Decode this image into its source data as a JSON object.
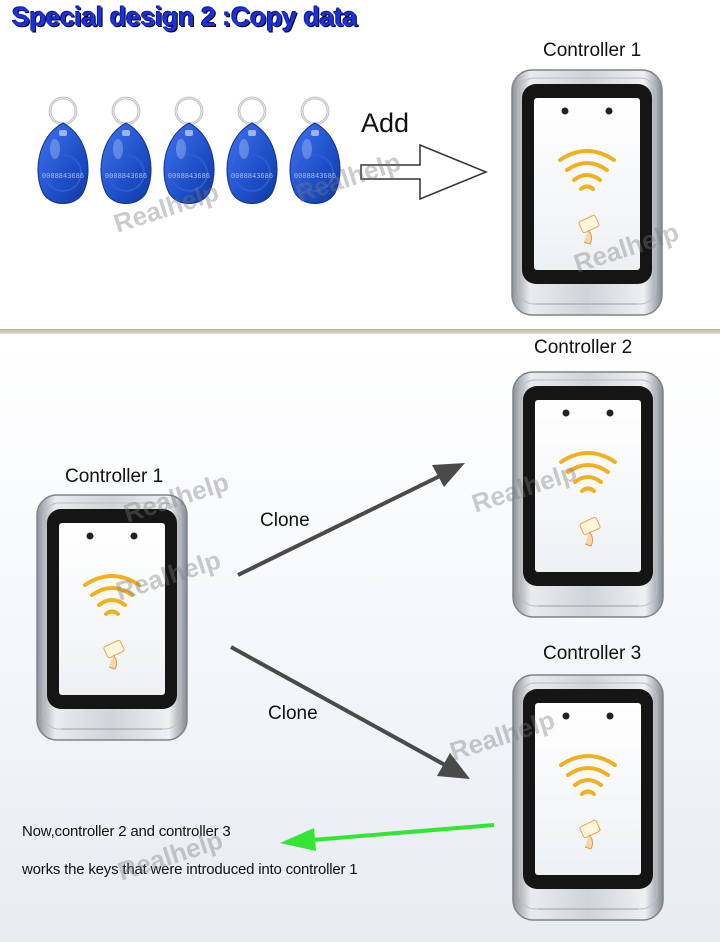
{
  "title": "Special design 2 :Copy data",
  "add_label": "Add",
  "watermark": "Realhelp",
  "controllers": {
    "top": "Controller 1",
    "left": "Controller 1",
    "right_top": "Controller 2",
    "right_bottom": "Controller 3"
  },
  "clone_labels": [
    "Clone",
    "Clone"
  ],
  "note_lines": [
    "Now,controller 2 and controller 3",
    "works the keys that  were introduced into controller 1"
  ],
  "keyfob_serial": "0008843686",
  "colors": {
    "title_blue": "#1d31d6",
    "keyfob_blue": "#1e4fc9",
    "rfid_orange": "#f2b01e",
    "green_arrow": "#33e633",
    "arrow_gray": "#555555"
  }
}
